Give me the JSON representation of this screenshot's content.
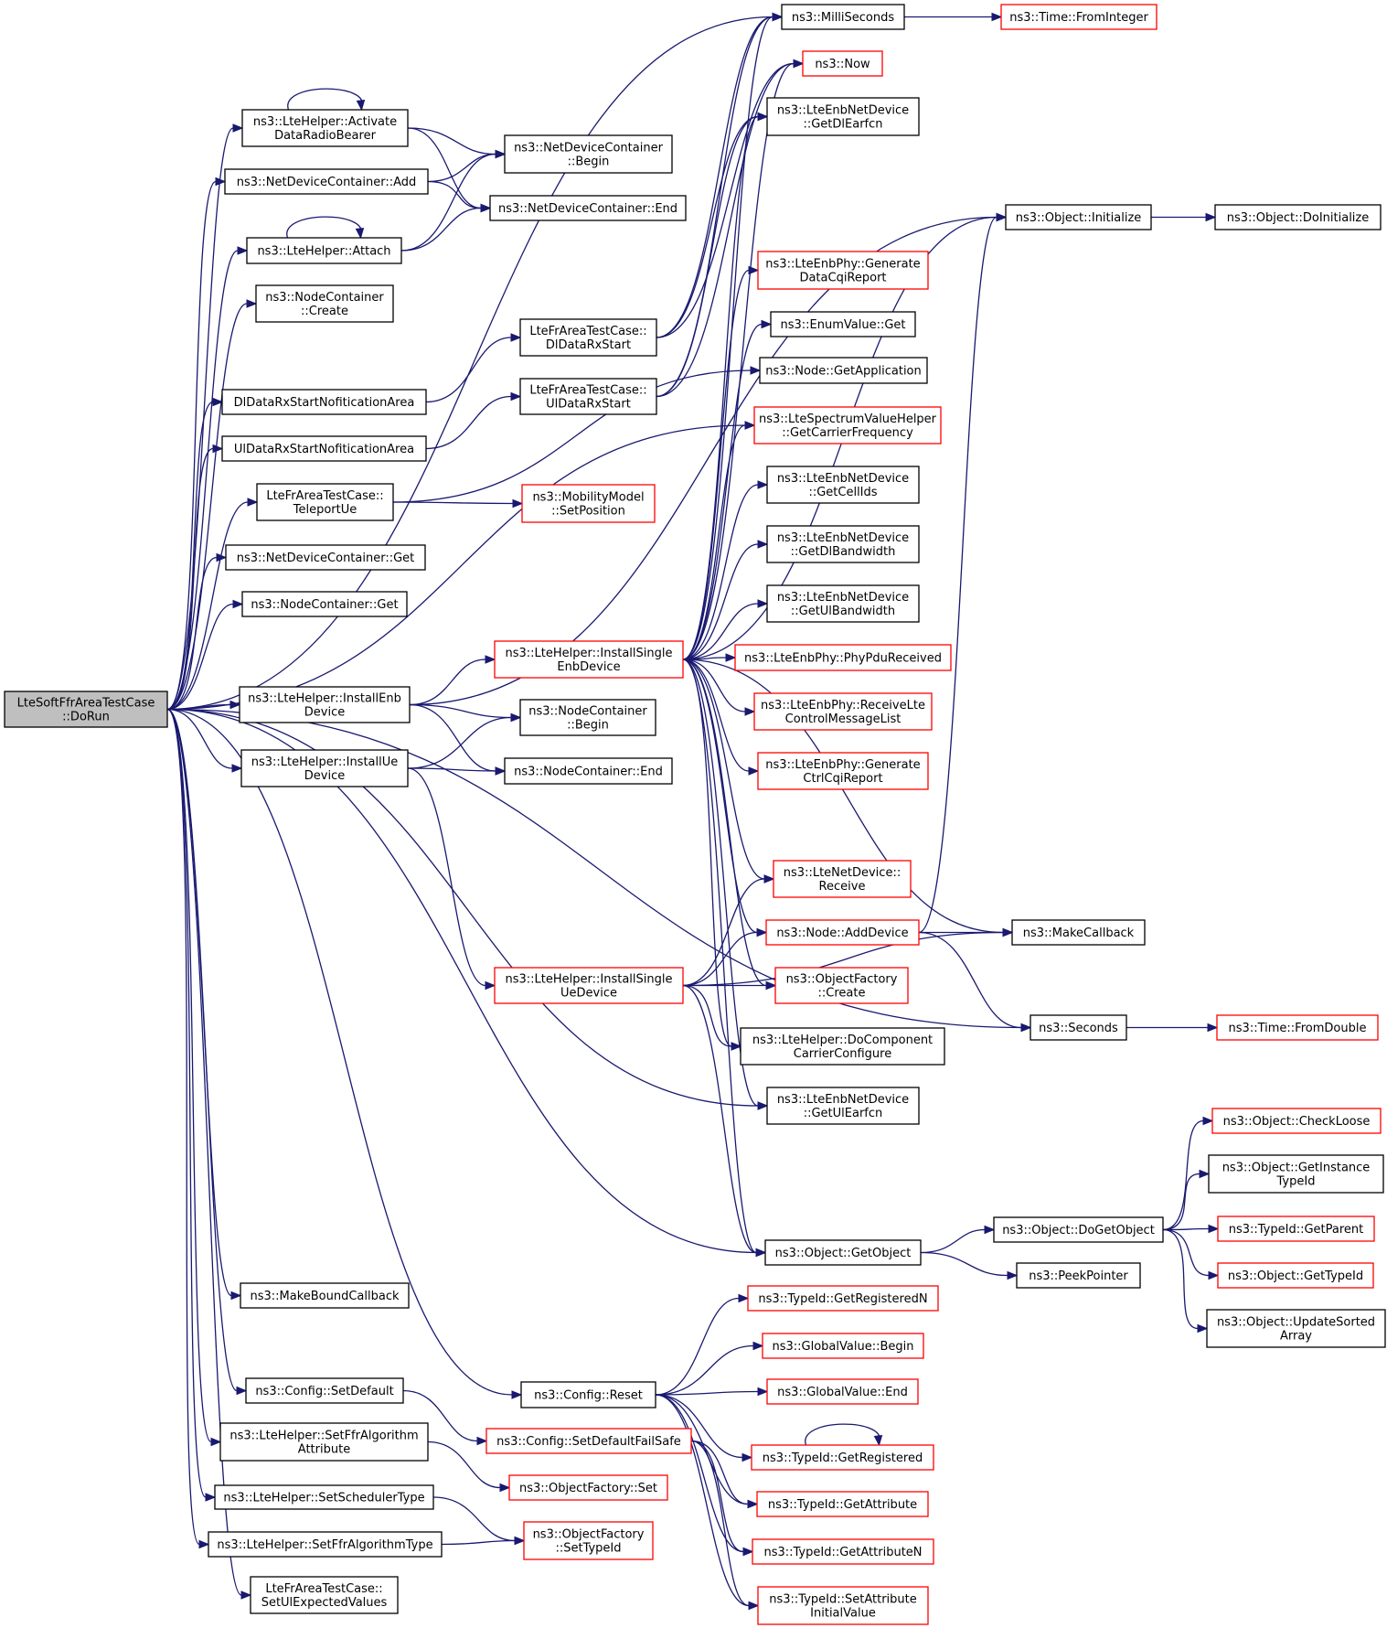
{
  "graph": {
    "nodes": [
      {
        "id": "root",
        "lines": [
          "LteSoftFfrAreaTestCase",
          "::DoRun"
        ],
        "style": "root"
      },
      {
        "id": "ActDRB",
        "lines": [
          "ns3::LteHelper::Activate",
          "DataRadioBearer"
        ],
        "style": "black"
      },
      {
        "id": "NDCAdd",
        "lines": [
          "ns3::NetDeviceContainer::Add"
        ],
        "style": "black"
      },
      {
        "id": "Attach",
        "lines": [
          "ns3::LteHelper::Attach"
        ],
        "style": "black"
      },
      {
        "id": "NCCreate",
        "lines": [
          "ns3::NodeContainer",
          "::Create"
        ],
        "style": "black"
      },
      {
        "id": "DlNotif",
        "lines": [
          "DlDataRxStartNofiticationArea"
        ],
        "style": "black"
      },
      {
        "id": "UlNotif",
        "lines": [
          "UlDataRxStartNofiticationArea"
        ],
        "style": "black"
      },
      {
        "id": "Teleport",
        "lines": [
          "LteFrAreaTestCase::",
          "TeleportUe"
        ],
        "style": "black"
      },
      {
        "id": "NDCGet",
        "lines": [
          "ns3::NetDeviceContainer::Get"
        ],
        "style": "black"
      },
      {
        "id": "NCGet",
        "lines": [
          "ns3::NodeContainer::Get"
        ],
        "style": "black"
      },
      {
        "id": "InstEnb",
        "lines": [
          "ns3::LteHelper::InstallEnb",
          "Device"
        ],
        "style": "black"
      },
      {
        "id": "InstUe",
        "lines": [
          "ns3::LteHelper::InstallUe",
          "Device"
        ],
        "style": "black"
      },
      {
        "id": "MakeBound",
        "lines": [
          "ns3::MakeBoundCallback"
        ],
        "style": "black"
      },
      {
        "id": "CfgSetDef",
        "lines": [
          "ns3::Config::SetDefault"
        ],
        "style": "black"
      },
      {
        "id": "SetFfrAttr",
        "lines": [
          "ns3::LteHelper::SetFfrAlgorithm",
          "Attribute"
        ],
        "style": "black"
      },
      {
        "id": "SetSched",
        "lines": [
          "ns3::LteHelper::SetSchedulerType"
        ],
        "style": "black"
      },
      {
        "id": "SetFfrType",
        "lines": [
          "ns3::LteHelper::SetFfrAlgorithmType"
        ],
        "style": "black"
      },
      {
        "id": "SetUlExp",
        "lines": [
          "LteFrAreaTestCase::",
          "SetUlExpectedValues"
        ],
        "style": "black"
      },
      {
        "id": "NDCBegin",
        "lines": [
          "ns3::NetDeviceContainer",
          "::Begin"
        ],
        "style": "black"
      },
      {
        "id": "NDCEnd",
        "lines": [
          "ns3::NetDeviceContainer::End"
        ],
        "style": "black"
      },
      {
        "id": "DlRxStart",
        "lines": [
          "LteFrAreaTestCase::",
          "DlDataRxStart"
        ],
        "style": "black"
      },
      {
        "id": "UlRxStart",
        "lines": [
          "LteFrAreaTestCase::",
          "UlDataRxStart"
        ],
        "style": "black"
      },
      {
        "id": "SetPos",
        "lines": [
          "ns3::MobilityModel",
          "::SetPosition"
        ],
        "style": "red"
      },
      {
        "id": "InstSEnb",
        "lines": [
          "ns3::LteHelper::InstallSingle",
          "EnbDevice"
        ],
        "style": "red"
      },
      {
        "id": "NCBegin",
        "lines": [
          "ns3::NodeContainer",
          "::Begin"
        ],
        "style": "black"
      },
      {
        "id": "NCEnd",
        "lines": [
          "ns3::NodeContainer::End"
        ],
        "style": "black"
      },
      {
        "id": "InstSUe",
        "lines": [
          "ns3::LteHelper::InstallSingle",
          "UeDevice"
        ],
        "style": "red"
      },
      {
        "id": "CfgReset",
        "lines": [
          "ns3::Config::Reset"
        ],
        "style": "black"
      },
      {
        "id": "CfgSetDefFS",
        "lines": [
          "ns3::Config::SetDefaultFailSafe"
        ],
        "style": "red"
      },
      {
        "id": "OFSet",
        "lines": [
          "ns3::ObjectFactory::Set"
        ],
        "style": "red"
      },
      {
        "id": "OFSetType",
        "lines": [
          "ns3::ObjectFactory",
          "::SetTypeId"
        ],
        "style": "red"
      },
      {
        "id": "MilliSec",
        "lines": [
          "ns3::MilliSeconds"
        ],
        "style": "black"
      },
      {
        "id": "Now",
        "lines": [
          "ns3::Now"
        ],
        "style": "red"
      },
      {
        "id": "GetDlEarfcn",
        "lines": [
          "ns3::LteEnbNetDevice",
          "::GetDlEarfcn"
        ],
        "style": "black"
      },
      {
        "id": "GenDataCqi",
        "lines": [
          "ns3::LteEnbPhy::Generate",
          "DataCqiReport"
        ],
        "style": "red"
      },
      {
        "id": "EnumGet",
        "lines": [
          "ns3::EnumValue::Get"
        ],
        "style": "black"
      },
      {
        "id": "NodeGetApp",
        "lines": [
          "ns3::Node::GetApplication"
        ],
        "style": "black"
      },
      {
        "id": "GetCarrier",
        "lines": [
          "ns3::LteSpectrumValueHelper",
          "::GetCarrierFrequency"
        ],
        "style": "red"
      },
      {
        "id": "GetCellIds",
        "lines": [
          "ns3::LteEnbNetDevice",
          "::GetCellIds"
        ],
        "style": "black"
      },
      {
        "id": "GetDlBw",
        "lines": [
          "ns3::LteEnbNetDevice",
          "::GetDlBandwidth"
        ],
        "style": "black"
      },
      {
        "id": "GetUlBw",
        "lines": [
          "ns3::LteEnbNetDevice",
          "::GetUlBandwidth"
        ],
        "style": "black"
      },
      {
        "id": "PhyPdu",
        "lines": [
          "ns3::LteEnbPhy::PhyPduReceived"
        ],
        "style": "red"
      },
      {
        "id": "RecvCtrl",
        "lines": [
          "ns3::LteEnbPhy::ReceiveLte",
          "ControlMessageList"
        ],
        "style": "red"
      },
      {
        "id": "GenCtrlCqi",
        "lines": [
          "ns3::LteEnbPhy::Generate",
          "CtrlCqiReport"
        ],
        "style": "red"
      },
      {
        "id": "LteNDRecv",
        "lines": [
          "ns3::LteNetDevice::",
          "Receive"
        ],
        "style": "red"
      },
      {
        "id": "NodeAddDev",
        "lines": [
          "ns3::Node::AddDevice"
        ],
        "style": "red"
      },
      {
        "id": "OFCreate",
        "lines": [
          "ns3::ObjectFactory",
          "::Create"
        ],
        "style": "red"
      },
      {
        "id": "DoCompCC",
        "lines": [
          "ns3::LteHelper::DoComponent",
          "CarrierConfigure"
        ],
        "style": "black"
      },
      {
        "id": "GetUlEarfcn",
        "lines": [
          "ns3::LteEnbNetDevice",
          "::GetUlEarfcn"
        ],
        "style": "black"
      },
      {
        "id": "GetObject",
        "lines": [
          "ns3::Object::GetObject"
        ],
        "style": "black"
      },
      {
        "id": "TidGetRegN",
        "lines": [
          "ns3::TypeId::GetRegisteredN"
        ],
        "style": "red"
      },
      {
        "id": "GVBegin",
        "lines": [
          "ns3::GlobalValue::Begin"
        ],
        "style": "red"
      },
      {
        "id": "GVEnd",
        "lines": [
          "ns3::GlobalValue::End"
        ],
        "style": "red"
      },
      {
        "id": "TidGetReg",
        "lines": [
          "ns3::TypeId::GetRegistered"
        ],
        "style": "red"
      },
      {
        "id": "TidGetAttr",
        "lines": [
          "ns3::TypeId::GetAttribute"
        ],
        "style": "red"
      },
      {
        "id": "TidGetAttrN",
        "lines": [
          "ns3::TypeId::GetAttributeN"
        ],
        "style": "red"
      },
      {
        "id": "TidSetAttrIV",
        "lines": [
          "ns3::TypeId::SetAttribute",
          "InitialValue"
        ],
        "style": "red"
      },
      {
        "id": "TimeFromInt",
        "lines": [
          "ns3::Time::FromInteger"
        ],
        "style": "red"
      },
      {
        "id": "ObjInit",
        "lines": [
          "ns3::Object::Initialize"
        ],
        "style": "black"
      },
      {
        "id": "MakeCb",
        "lines": [
          "ns3::MakeCallback"
        ],
        "style": "black"
      },
      {
        "id": "Seconds",
        "lines": [
          "ns3::Seconds"
        ],
        "style": "black"
      },
      {
        "id": "DoGetObj",
        "lines": [
          "ns3::Object::DoGetObject"
        ],
        "style": "black"
      },
      {
        "id": "PeekPtr",
        "lines": [
          "ns3::PeekPointer"
        ],
        "style": "black"
      },
      {
        "id": "DoInit",
        "lines": [
          "ns3::Object::DoInitialize"
        ],
        "style": "black"
      },
      {
        "id": "TimeFromDbl",
        "lines": [
          "ns3::Time::FromDouble"
        ],
        "style": "red"
      },
      {
        "id": "CheckLoose",
        "lines": [
          "ns3::Object::CheckLoose"
        ],
        "style": "red"
      },
      {
        "id": "GetInstTid",
        "lines": [
          "ns3::Object::GetInstance",
          "TypeId"
        ],
        "style": "black"
      },
      {
        "id": "TidGetParent",
        "lines": [
          "ns3::TypeId::GetParent"
        ],
        "style": "red"
      },
      {
        "id": "ObjGetTid",
        "lines": [
          "ns3::Object::GetTypeId"
        ],
        "style": "red"
      },
      {
        "id": "UpdSorted",
        "lines": [
          "ns3::Object::UpdateSorted",
          "Array"
        ],
        "style": "black"
      }
    ],
    "edges": [
      [
        "root",
        "ActDRB"
      ],
      [
        "root",
        "NDCAdd"
      ],
      [
        "root",
        "Attach"
      ],
      [
        "root",
        "NCCreate"
      ],
      [
        "root",
        "DlNotif"
      ],
      [
        "root",
        "UlNotif"
      ],
      [
        "root",
        "Teleport"
      ],
      [
        "root",
        "NDCGet"
      ],
      [
        "root",
        "NCGet"
      ],
      [
        "root",
        "InstEnb"
      ],
      [
        "root",
        "InstUe"
      ],
      [
        "root",
        "MakeBound"
      ],
      [
        "root",
        "CfgSetDef"
      ],
      [
        "root",
        "SetFfrAttr"
      ],
      [
        "root",
        "SetSched"
      ],
      [
        "root",
        "SetFfrType"
      ],
      [
        "root",
        "SetUlExp"
      ],
      [
        "root",
        "MilliSec"
      ],
      [
        "root",
        "GetCarrier"
      ],
      [
        "root",
        "GetObject"
      ],
      [
        "root",
        "CfgReset"
      ],
      [
        "root",
        "Seconds"
      ],
      [
        "root",
        "GetUlEarfcn"
      ],
      [
        "ActDRB",
        "ActDRB"
      ],
      [
        "ActDRB",
        "NDCBegin"
      ],
      [
        "ActDRB",
        "NDCEnd"
      ],
      [
        "NDCAdd",
        "NDCBegin"
      ],
      [
        "NDCAdd",
        "NDCEnd"
      ],
      [
        "Attach",
        "Attach"
      ],
      [
        "Attach",
        "NDCBegin"
      ],
      [
        "Attach",
        "NDCEnd"
      ],
      [
        "DlNotif",
        "DlRxStart"
      ],
      [
        "UlNotif",
        "UlRxStart"
      ],
      [
        "DlRxStart",
        "Now"
      ],
      [
        "DlRxStart",
        "GetDlEarfcn"
      ],
      [
        "DlRxStart",
        "MilliSec"
      ],
      [
        "UlRxStart",
        "Now"
      ],
      [
        "UlRxStart",
        "GetDlEarfcn"
      ],
      [
        "UlRxStart",
        "MilliSec"
      ],
      [
        "Teleport",
        "SetPos"
      ],
      [
        "Teleport",
        "NodeGetApp"
      ],
      [
        "InstEnb",
        "InstSEnb"
      ],
      [
        "InstEnb",
        "NCBegin"
      ],
      [
        "InstEnb",
        "NCEnd"
      ],
      [
        "InstEnb",
        "ObjInit"
      ],
      [
        "InstUe",
        "InstSUe"
      ],
      [
        "InstUe",
        "NCBegin"
      ],
      [
        "InstUe",
        "NCEnd"
      ],
      [
        "InstSEnb",
        "MilliSec"
      ],
      [
        "InstSEnb",
        "Now"
      ],
      [
        "InstSEnb",
        "GetDlEarfcn"
      ],
      [
        "InstSEnb",
        "ObjInit"
      ],
      [
        "InstSEnb",
        "GenDataCqi"
      ],
      [
        "InstSEnb",
        "EnumGet"
      ],
      [
        "InstSEnb",
        "GetCarrier"
      ],
      [
        "InstSEnb",
        "GetCellIds"
      ],
      [
        "InstSEnb",
        "GetDlBw"
      ],
      [
        "InstSEnb",
        "GetUlBw"
      ],
      [
        "InstSEnb",
        "PhyPdu"
      ],
      [
        "InstSEnb",
        "RecvCtrl"
      ],
      [
        "InstSEnb",
        "GenCtrlCqi"
      ],
      [
        "InstSEnb",
        "LteNDRecv"
      ],
      [
        "InstSEnb",
        "NodeAddDev"
      ],
      [
        "InstSEnb",
        "OFCreate"
      ],
      [
        "InstSEnb",
        "DoCompCC"
      ],
      [
        "InstSEnb",
        "GetUlEarfcn"
      ],
      [
        "InstSEnb",
        "MakeCb"
      ],
      [
        "InstSEnb",
        "GetObject"
      ],
      [
        "InstSUe",
        "LteNDRecv"
      ],
      [
        "InstSUe",
        "NodeAddDev"
      ],
      [
        "InstSUe",
        "OFCreate"
      ],
      [
        "InstSUe",
        "DoCompCC"
      ],
      [
        "InstSUe",
        "GetObject"
      ],
      [
        "InstSUe",
        "MakeCb"
      ],
      [
        "NodeAddDev",
        "ObjInit"
      ],
      [
        "NodeAddDev",
        "MakeCb"
      ],
      [
        "NodeAddDev",
        "Seconds"
      ],
      [
        "MilliSec",
        "TimeFromInt"
      ],
      [
        "ObjInit",
        "DoInit"
      ],
      [
        "Seconds",
        "TimeFromDbl"
      ],
      [
        "GetObject",
        "DoGetObj"
      ],
      [
        "GetObject",
        "PeekPtr"
      ],
      [
        "DoGetObj",
        "CheckLoose"
      ],
      [
        "DoGetObj",
        "GetInstTid"
      ],
      [
        "DoGetObj",
        "TidGetParent"
      ],
      [
        "DoGetObj",
        "ObjGetTid"
      ],
      [
        "DoGetObj",
        "UpdSorted"
      ],
      [
        "CfgReset",
        "TidGetRegN"
      ],
      [
        "CfgReset",
        "GVBegin"
      ],
      [
        "CfgReset",
        "GVEnd"
      ],
      [
        "CfgReset",
        "TidGetReg"
      ],
      [
        "CfgReset",
        "TidGetAttr"
      ],
      [
        "CfgReset",
        "TidGetAttrN"
      ],
      [
        "CfgReset",
        "TidSetAttrIV"
      ],
      [
        "TidGetReg",
        "TidGetReg"
      ],
      [
        "CfgSetDef",
        "CfgSetDefFS"
      ],
      [
        "CfgSetDefFS",
        "TidGetAttr"
      ],
      [
        "CfgSetDefFS",
        "TidGetAttrN"
      ],
      [
        "CfgSetDefFS",
        "TidSetAttrIV"
      ],
      [
        "SetFfrAttr",
        "OFSet"
      ],
      [
        "SetSched",
        "OFSetType"
      ],
      [
        "SetFfrType",
        "OFSetType"
      ]
    ]
  }
}
